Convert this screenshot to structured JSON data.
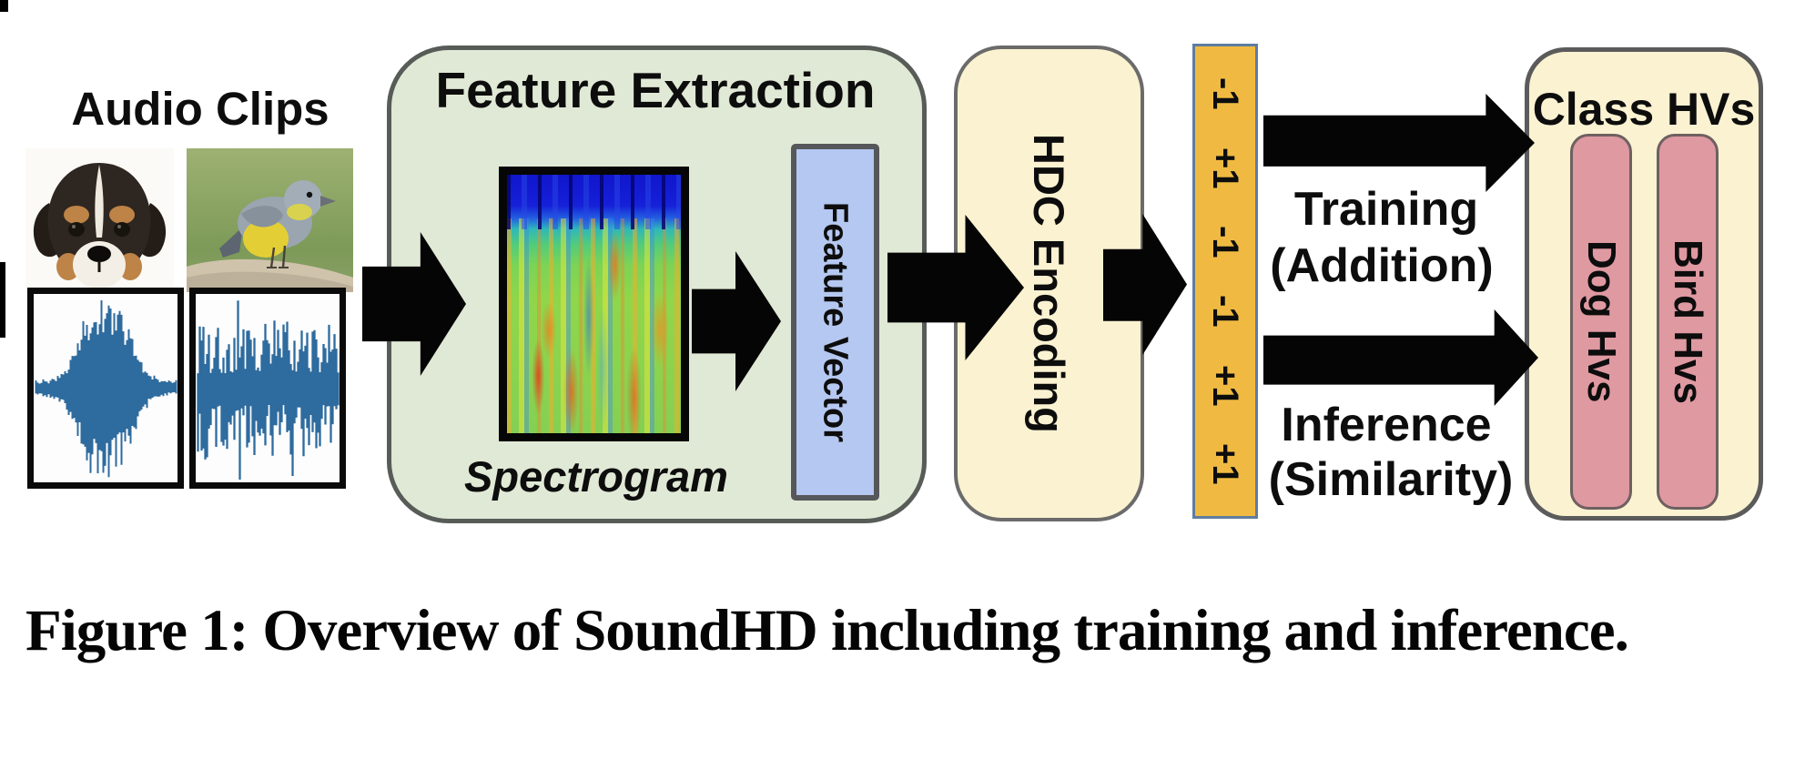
{
  "figure": {
    "audio_clips_label": "Audio Clips",
    "feature_extraction": {
      "title": "Feature Extraction",
      "spectrogram_label": "Spectrogram",
      "feature_vector_label": "Feature Vector"
    },
    "hdc_encoding_label": "HDC Encoding",
    "encoded_vector": {
      "values": [
        "-1",
        "+1",
        "-1",
        "-1",
        "+1",
        "+1"
      ]
    },
    "training": {
      "line1": "Training",
      "line2": "(Addition)"
    },
    "inference": {
      "line1": "Inference",
      "line2": "(Similarity)"
    },
    "class_hvs": {
      "title": "Class HVs",
      "items": [
        "Dog Hvs",
        "Bird Hvs"
      ]
    }
  },
  "caption": {
    "label": "Figure 1:",
    "text": "Overview of SoundHD including training and inference."
  },
  "colors": {
    "feature_extraction_fill": "#e0e9d5",
    "panel_cream_fill": "#fbf2d1",
    "encoded_vector_fill": "#f0ba42",
    "encoded_vector_border": "#5e7da0",
    "class_hv_pill_fill": "#df99a1",
    "feature_vector_fill": "#b5c8f1",
    "waveform_blue": "#2e6b9e",
    "arrow_black": "#050505"
  }
}
